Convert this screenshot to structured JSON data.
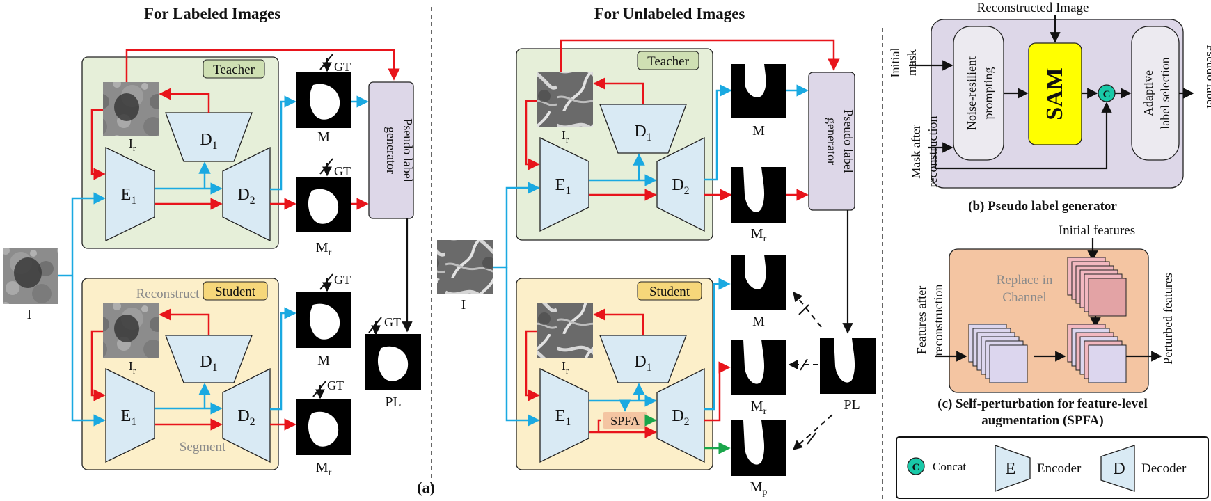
{
  "panel_a": {
    "labeled_title": "For Labeled Images",
    "unlabeled_title": "For Unlabeled Images",
    "caption": "(a)",
    "teacher_tag": "Teacher",
    "student_tag": "Student",
    "reconstruct_label": "Reconstruct",
    "segment_label": "Segment",
    "encoder": "E",
    "enc_sub": "1",
    "decoder1": "D",
    "dec1_sub": "1",
    "decoder2": "D",
    "dec2_sub": "2",
    "image_I": "I",
    "image_Ir": "I",
    "r_sub": "r",
    "p_sub": "p",
    "mask_M": "M",
    "mask_Mr": "M",
    "mask_Mp": "M",
    "gt": "GT",
    "pl": "PL",
    "plg_line1": "Pseudo label",
    "plg_line2": "generator",
    "spfa": "SPFA"
  },
  "panel_b": {
    "top_input": "Reconstructed Image",
    "input1_l1": "Initial",
    "input1_l2": "mask",
    "input2_l1": "Mask after",
    "input2_l2": "reconstruction",
    "prompting_l1": "Noise-resilient",
    "prompting_l2": "prompting",
    "sam": "SAM",
    "concat_symbol": "C",
    "selection_l1": "Adaptive",
    "selection_l2": "label selection",
    "output": "Pseudo label",
    "caption": "(b) Pseudo label generator"
  },
  "panel_c": {
    "initial_features": "Initial features",
    "replace_l1": "Replace in",
    "replace_l2": "Channel",
    "left_l1": "Features after",
    "left_l2": "reconstruction",
    "right_label": "Perturbed features",
    "caption_l1": "(c) Self-perturbation for feature-level",
    "caption_l2": "augmentation (SPFA)"
  },
  "legend": {
    "concat_symbol": "C",
    "concat": "Concat",
    "encoder_symbol": "E",
    "encoder": "Encoder",
    "decoder_symbol": "D",
    "decoder": "Decoder"
  },
  "colors": {
    "teacher_bg": "#e6efd9",
    "student_bg": "#fcefc9",
    "encoder_fill": "#d9eaf4",
    "generator_fill": "#ddd7e8",
    "sam_fill": "#ffff00",
    "spfa_panel_fill": "#f4c5a2",
    "red_arrow": "#e8141b",
    "blue_arrow": "#1aa9e1",
    "green_arrow": "#1aa64b",
    "concat_fill": "#19c9a8"
  }
}
